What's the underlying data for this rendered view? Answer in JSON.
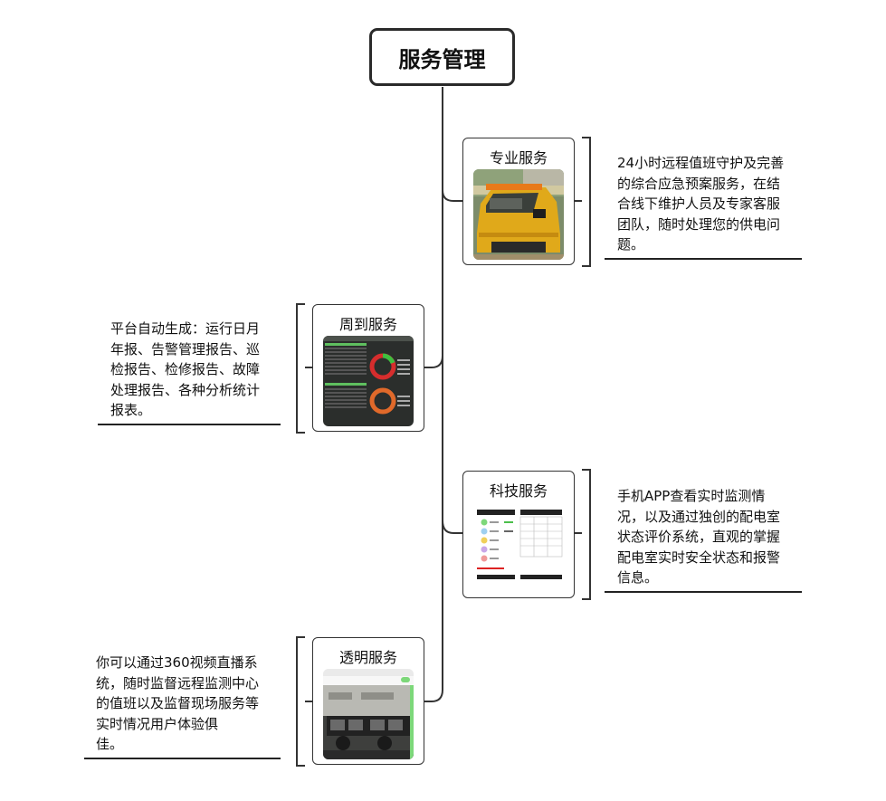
{
  "root": {
    "title": "服务管理"
  },
  "branches": [
    {
      "title": "专业服务",
      "image": "yellow-service-vehicle",
      "text": [
        "24小时远程值班守护及完善",
        "的综合应急预案服务，在结",
        "合线下维护人员及专家客服",
        "团队，随时处理您的供电问",
        "题。"
      ]
    },
    {
      "title": "周到服务",
      "image": "report-dashboard-screenshot",
      "text": [
        "平台自动生成：运行日月",
        "年报、告警管理报告、巡",
        "检报告、检修报告、故障",
        "处理报告、各种分析统计",
        "报表。"
      ]
    },
    {
      "title": "科技服务",
      "image": "mobile-app-screenshot",
      "text": [
        "手机APP查看实时监测情",
        "况，以及通过独创的配电室",
        "状态评价系统，直观的掌握",
        "配电室实时安全状态和报警",
        "信息。"
      ]
    },
    {
      "title": "透明服务",
      "image": "monitoring-center-video",
      "text": [
        "你可以通过360视频直播系",
        "统，随时监督远程监测中心",
        "的值班以及监督现场服务等",
        "实时情况用户体验俱",
        "佳。"
      ]
    }
  ],
  "colors": {
    "line": "#333333",
    "app_green": "#7dd87a",
    "truck_yellow": "#e0a91a"
  }
}
